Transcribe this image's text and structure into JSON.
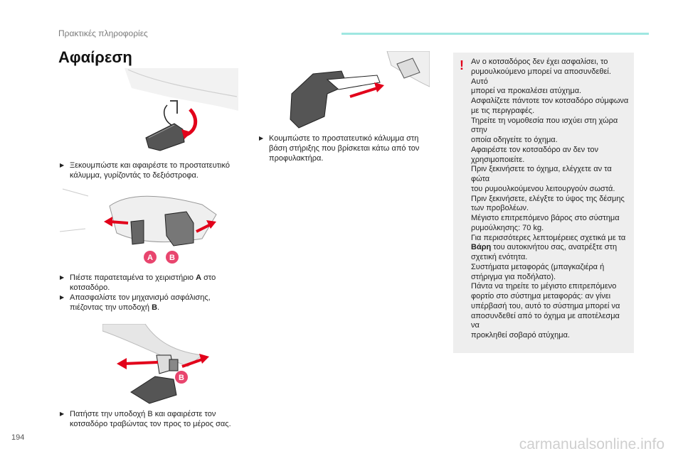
{
  "header": {
    "section": "Πρακτικές πληροφορίες",
    "accent_color": "#9fe7e1"
  },
  "title": "Αφαίρεση",
  "page_number": "194",
  "steps": {
    "s1": {
      "line1": "Ξεκουμπώστε και αφαιρέστε το προστατευτικό",
      "line2": "κάλυμμα, γυρίζοντάς το δεξιόστροφα."
    },
    "s2": {
      "line1a": "Πιέστε παρατεταμένα το χειριστήριο ",
      "line1b": "A",
      "line1c": " στο",
      "line2": "κοτσαδόρο."
    },
    "s3": {
      "line1": "Απασφαλίστε τον μηχανισμό ασφάλισης,",
      "line2a": "πιέζοντας την υποδοχή ",
      "line2b": "B",
      "line2c": "."
    },
    "s4": {
      "line1": "Πατήστε την υποδοχή B και αφαιρέστε τον",
      "line2": "κοτσαδόρο τραβώντας τον προς το μέρος σας."
    },
    "s5": {
      "line1": "Κουμπώστε το προστατευτικό κάλυμμα στη",
      "line2": "βάση στήριξης που βρίσκεται κάτω από τον",
      "line3": "προφυλακτήρα."
    }
  },
  "figures": {
    "fig2_labels": [
      "A",
      "B"
    ],
    "fig3_label": "B",
    "badge_color": "#e8456e",
    "arrow_color": "#e2001a"
  },
  "warning": {
    "icon": "warning-exclamation-icon",
    "icon_color": "#e2001a",
    "lines": [
      "Αν ο κοτσαδόρος δεν έχει ασφαλίσει, το",
      "ρυμουλκούμενο μπορεί να αποσυνδεθεί. Αυτό",
      "μπορεί να προκαλέσει ατύχημα.",
      "Ασφαλίζετε πάντοτε τον κοτσαδόρο σύμφωνα",
      "με τις περιγραφές.",
      "Τηρείτε τη νομοθεσία που ισχύει στη χώρα στην",
      "οποία οδηγείτε το όχημα.",
      "Αφαιρέστε τον κοτσαδόρο αν δεν τον",
      "χρησιμοποιείτε.",
      "Πριν ξεκινήσετε το όχημα, ελέγχετε αν τα φώτα",
      "του ρυμουλκούμενου λειτουργούν σωστά.",
      "Πριν ξεκινήσετε, ελέγξτε το ύψος της δέσμης",
      "των προβολέων.",
      "Μέγιστο επιτρεπόμενο βάρος στο σύστημα",
      "ρυμούλκησης: 70 kg.",
      "Για περισσότερες λεπτομέρειες σχετικά με τα",
      "Βάρη",
      " του αυτοκινήτου σας, ανατρέξτε στη",
      "σχετική ενότητα.",
      "Συστήματα μεταφοράς (μπαγκαζιέρα ή",
      "στήριγμα για ποδήλατο).",
      "Πάντα να τηρείτε το μέγιστο επιτρεπόμενο",
      "φορτίο στο σύστημα μεταφοράς: αν γίνει",
      "υπέρβασή του, αυτό το σύστημα μπορεί να",
      "αποσυνδεθεί από το όχημα με αποτέλεσμα να",
      "προκληθεί σοβαρό ατύχημα."
    ]
  },
  "watermark": "carmanualsonline.info"
}
